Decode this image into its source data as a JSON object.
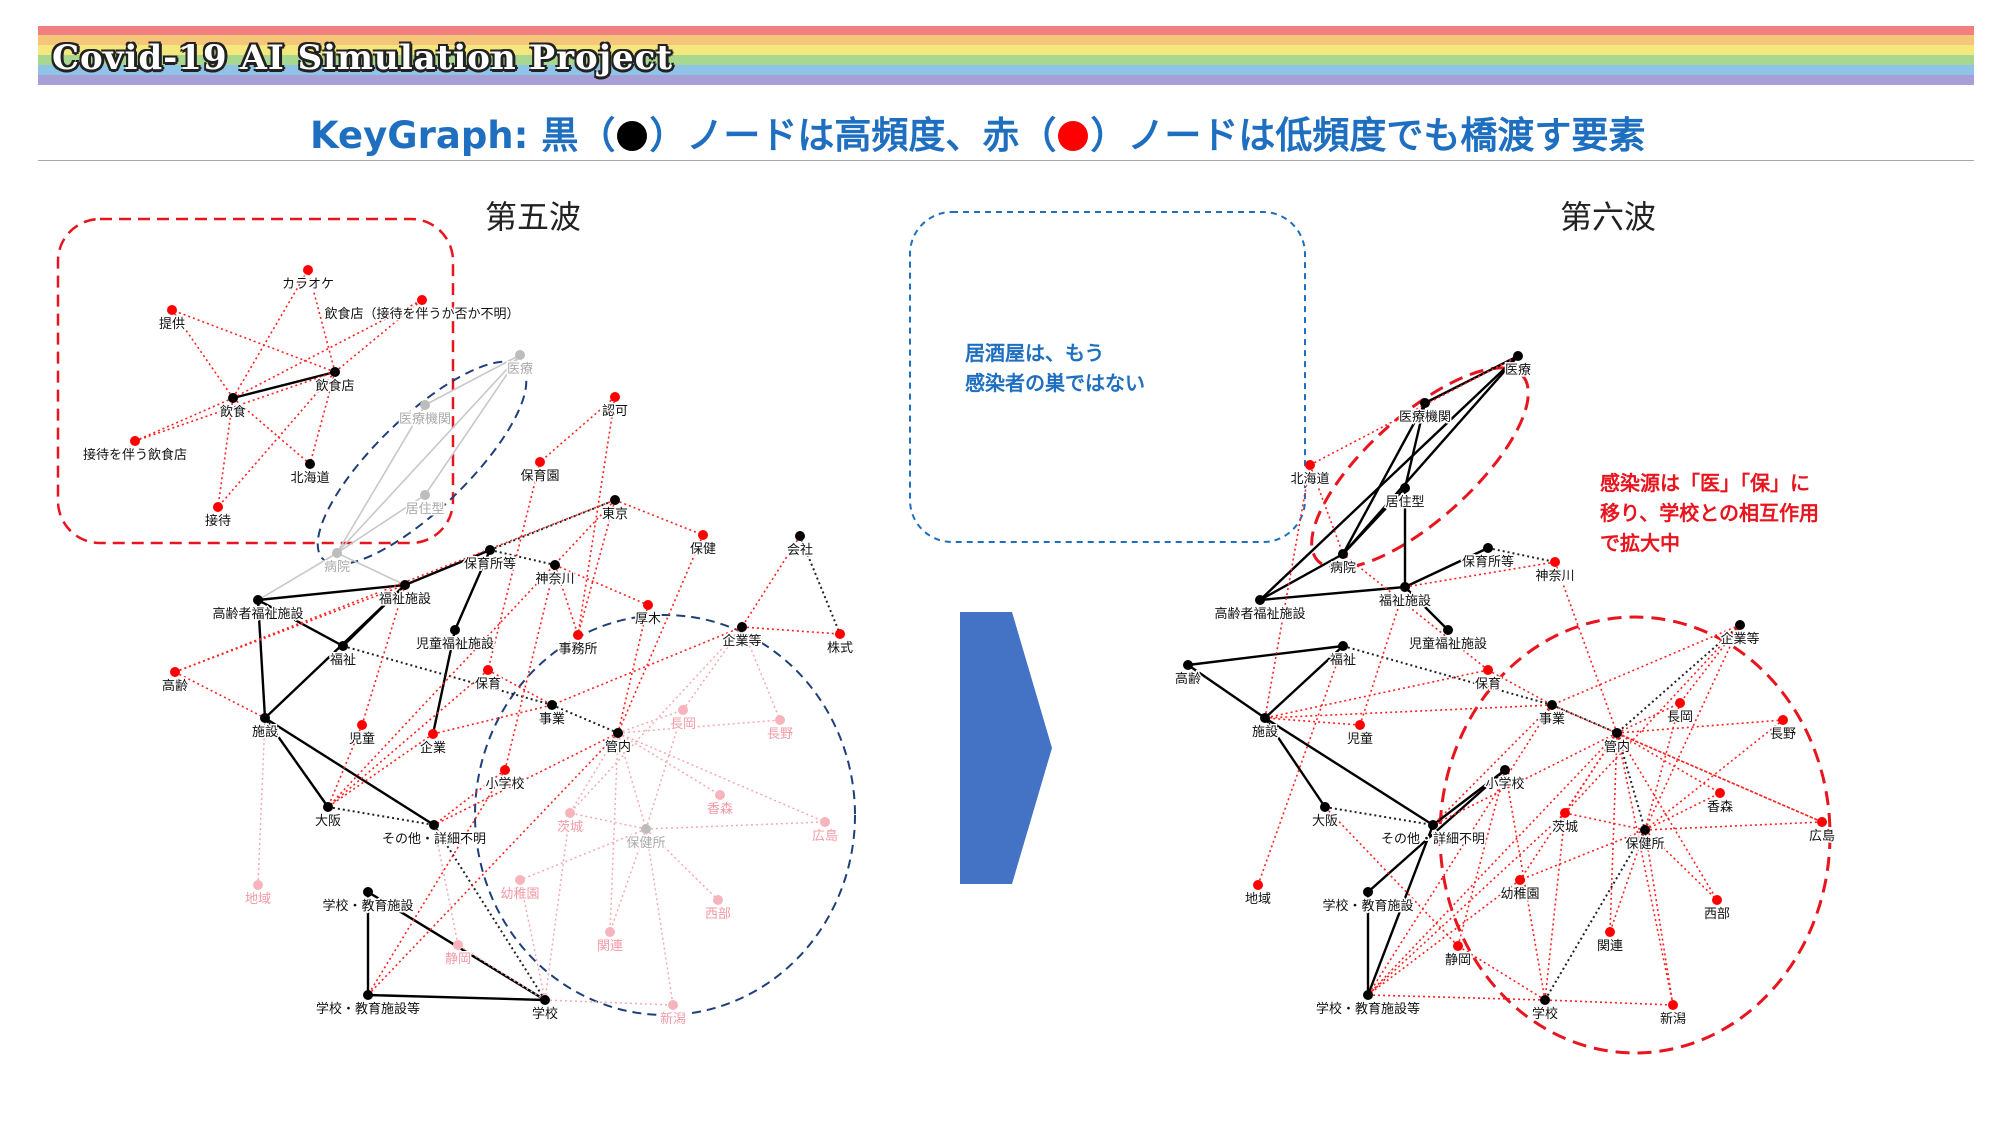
{
  "header": {
    "project_title": "Covid-19 AI Simulation Project",
    "subtitle_parts": [
      "KeyGraph: 黒（",
      "）ノードは高頻度、赤（",
      "）ノードは低頻度でも橋渡す要素"
    ],
    "rainbow_colors": [
      "#f08080",
      "#f5c57a",
      "#f4e77d",
      "#a8d890",
      "#8fc4e8",
      "#a7a0d6"
    ]
  },
  "colors": {
    "high_freq": "#000000",
    "low_freq": "#ff0000",
    "callout_blue": "#1f6fc0",
    "callout_red": "#e8141e",
    "arrow": "#4472c4"
  },
  "panels": {
    "left": {
      "title": "第五波",
      "nodes": [
        {
          "label": "カラオケ",
          "type": "red",
          "faded": false
        },
        {
          "label": "飲食店（接待を伴うか否か不明）",
          "type": "red",
          "faded": false
        },
        {
          "label": "提供",
          "type": "red",
          "faded": false
        },
        {
          "label": "飲食店",
          "type": "black",
          "faded": false
        },
        {
          "label": "飲食",
          "type": "black",
          "faded": false
        },
        {
          "label": "接待を伴う飲食店",
          "type": "red",
          "faded": false
        },
        {
          "label": "北海道",
          "type": "black",
          "faded": false
        },
        {
          "label": "接待",
          "type": "red",
          "faded": false
        },
        {
          "label": "医療",
          "type": "black",
          "faded": true
        },
        {
          "label": "医療機関",
          "type": "black",
          "faded": true
        },
        {
          "label": "居住型",
          "type": "black",
          "faded": true
        },
        {
          "label": "病院",
          "type": "black",
          "faded": true
        },
        {
          "label": "認可",
          "type": "red",
          "faded": false
        },
        {
          "label": "保育園",
          "type": "red",
          "faded": false
        },
        {
          "label": "東京",
          "type": "black",
          "faded": false
        },
        {
          "label": "保健",
          "type": "red",
          "faded": false
        },
        {
          "label": "会社",
          "type": "black",
          "faded": false
        },
        {
          "label": "保育所等",
          "type": "black",
          "faded": false
        },
        {
          "label": "神奈川",
          "type": "black",
          "faded": false
        },
        {
          "label": "高齢者福祉施設",
          "type": "black",
          "faded": false
        },
        {
          "label": "福祉施設",
          "type": "black",
          "faded": false
        },
        {
          "label": "厚木",
          "type": "red",
          "faded": false
        },
        {
          "label": "児童福祉施設",
          "type": "black",
          "faded": false
        },
        {
          "label": "企業等",
          "type": "black",
          "faded": false
        },
        {
          "label": "株式",
          "type": "red",
          "faded": false
        },
        {
          "label": "事務所",
          "type": "red",
          "faded": false
        },
        {
          "label": "福祉",
          "type": "black",
          "faded": false
        },
        {
          "label": "高齢",
          "type": "red",
          "faded": false
        },
        {
          "label": "保育",
          "type": "red",
          "faded": false
        },
        {
          "label": "事業",
          "type": "black",
          "faded": false
        },
        {
          "label": "施設",
          "type": "black",
          "faded": false
        },
        {
          "label": "長岡",
          "type": "red",
          "faded": true
        },
        {
          "label": "管内",
          "type": "black",
          "faded": false
        },
        {
          "label": "児童",
          "type": "red",
          "faded": false
        },
        {
          "label": "企業",
          "type": "red",
          "faded": false
        },
        {
          "label": "長野",
          "type": "red",
          "faded": true
        },
        {
          "label": "小学校",
          "type": "red",
          "faded": false
        },
        {
          "label": "大阪",
          "type": "black",
          "faded": false
        },
        {
          "label": "香森",
          "type": "red",
          "faded": true
        },
        {
          "label": "茨城",
          "type": "red",
          "faded": true
        },
        {
          "label": "その他・詳細不明",
          "type": "black",
          "faded": false
        },
        {
          "label": "保健所",
          "type": "black",
          "faded": true
        },
        {
          "label": "広島",
          "type": "red",
          "faded": true
        },
        {
          "label": "地域",
          "type": "red",
          "faded": true
        },
        {
          "label": "幼稚園",
          "type": "red",
          "faded": true
        },
        {
          "label": "学校・教育施設",
          "type": "black",
          "faded": false
        },
        {
          "label": "西部",
          "type": "red",
          "faded": true
        },
        {
          "label": "関連",
          "type": "red",
          "faded": true
        },
        {
          "label": "静岡",
          "type": "red",
          "faded": true
        },
        {
          "label": "学校・教育施設等",
          "type": "black",
          "faded": false
        },
        {
          "label": "学校",
          "type": "black",
          "faded": false
        },
        {
          "label": "新潟",
          "type": "red",
          "faded": true
        }
      ]
    },
    "right": {
      "title": "第六波",
      "nodes": [
        {
          "label": "医療",
          "type": "black"
        },
        {
          "label": "医療機関",
          "type": "black"
        },
        {
          "label": "北海道",
          "type": "red"
        },
        {
          "label": "居住型",
          "type": "black"
        },
        {
          "label": "病院",
          "type": "black"
        },
        {
          "label": "保育所等",
          "type": "black"
        },
        {
          "label": "神奈川",
          "type": "red"
        },
        {
          "label": "福祉施設",
          "type": "black"
        },
        {
          "label": "高齢者福祉施設",
          "type": "black"
        },
        {
          "label": "児童福祉施設",
          "type": "black"
        },
        {
          "label": "企業等",
          "type": "black"
        },
        {
          "label": "高齢",
          "type": "black"
        },
        {
          "label": "福祉",
          "type": "black"
        },
        {
          "label": "保育",
          "type": "red"
        },
        {
          "label": "事業",
          "type": "black"
        },
        {
          "label": "長岡",
          "type": "red"
        },
        {
          "label": "長野",
          "type": "red"
        },
        {
          "label": "施設",
          "type": "black"
        },
        {
          "label": "児童",
          "type": "red"
        },
        {
          "label": "管内",
          "type": "black"
        },
        {
          "label": "小学校",
          "type": "black"
        },
        {
          "label": "香森",
          "type": "red"
        },
        {
          "label": "大阪",
          "type": "black"
        },
        {
          "label": "茨城",
          "type": "red"
        },
        {
          "label": "その他・詳細不明",
          "type": "black"
        },
        {
          "label": "保健所",
          "type": "black"
        },
        {
          "label": "広島",
          "type": "red"
        },
        {
          "label": "幼稚園",
          "type": "red"
        },
        {
          "label": "地域",
          "type": "red"
        },
        {
          "label": "学校・教育施設",
          "type": "black"
        },
        {
          "label": "西部",
          "type": "red"
        },
        {
          "label": "関連",
          "type": "red"
        },
        {
          "label": "静岡",
          "type": "red"
        },
        {
          "label": "学校・教育施設等",
          "type": "black"
        },
        {
          "label": "学校",
          "type": "black"
        },
        {
          "label": "新潟",
          "type": "red"
        }
      ]
    }
  },
  "callouts": {
    "blue_line1": "居酒屋は、もう",
    "blue_line2": "感染者の巣ではない",
    "red_line1": "感染源は「医」「保」に",
    "red_line2": "移り、学校との相互作用",
    "red_line3": "で拡大中"
  }
}
